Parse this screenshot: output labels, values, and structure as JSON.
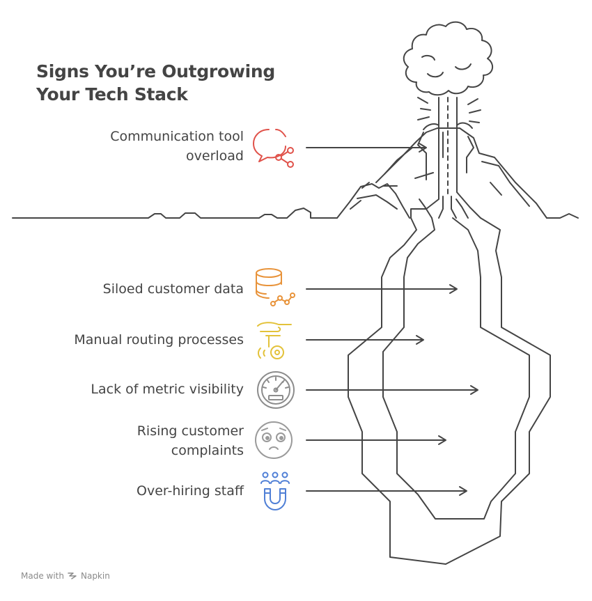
{
  "title": {
    "line1": "Signs You’re Outgrowing",
    "line2": "Your Tech Stack"
  },
  "items": [
    {
      "line1": "Communication tool",
      "line2": "overload",
      "icon": "chat-share-icon",
      "color": "#e0524a"
    },
    {
      "line1": "Siloed customer data",
      "line2": "",
      "icon": "database-chart-icon",
      "color": "#e8933a"
    },
    {
      "line1": "Manual routing processes",
      "line2": "",
      "icon": "hand-button-icon",
      "color": "#e3c23a"
    },
    {
      "line1": "Lack of metric visibility",
      "line2": "",
      "icon": "gauge-icon",
      "color": "#8c8c8c"
    },
    {
      "line1": "Rising customer",
      "line2": "complaints",
      "icon": "pleading-face-icon",
      "color": "#9a9a9a"
    },
    {
      "line1": "Over-hiring staff",
      "line2": "",
      "icon": "magnet-people-icon",
      "color": "#4f7fd6"
    }
  ],
  "footer": {
    "made_with": "Made with",
    "brand": "Napkin"
  },
  "colors": {
    "stroke": "#444444",
    "text": "#444444",
    "muted": "#8a8a8a"
  }
}
